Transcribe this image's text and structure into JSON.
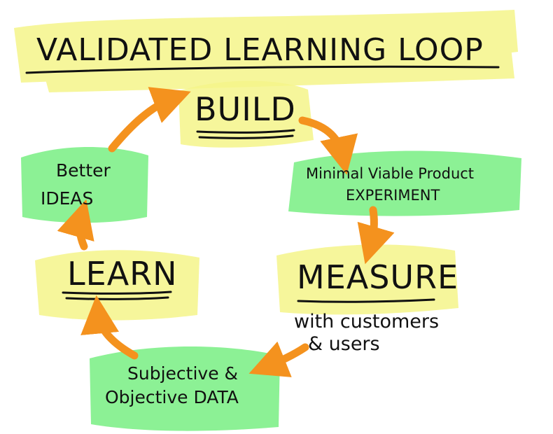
{
  "title": "VALIDATED LEARNING LOOP",
  "nodes": {
    "build": {
      "label": "BUILD"
    },
    "mvp": {
      "line1": "Minimal Viable Product",
      "line2": "EXPERIMENT"
    },
    "measure": {
      "label": "MEASURE",
      "line1": "with customers",
      "line2": "& users"
    },
    "data": {
      "line1": "Subjective &",
      "line2": "Objective DATA"
    },
    "learn": {
      "label": "LEARN"
    },
    "ideas": {
      "line1": "Better",
      "line2": "IDEAS"
    }
  },
  "colors": {
    "yellow_highlight": "#f5f58a",
    "green_highlight": "#7ff08a",
    "arrow_orange": "#f4921e",
    "ink": "#111111"
  }
}
